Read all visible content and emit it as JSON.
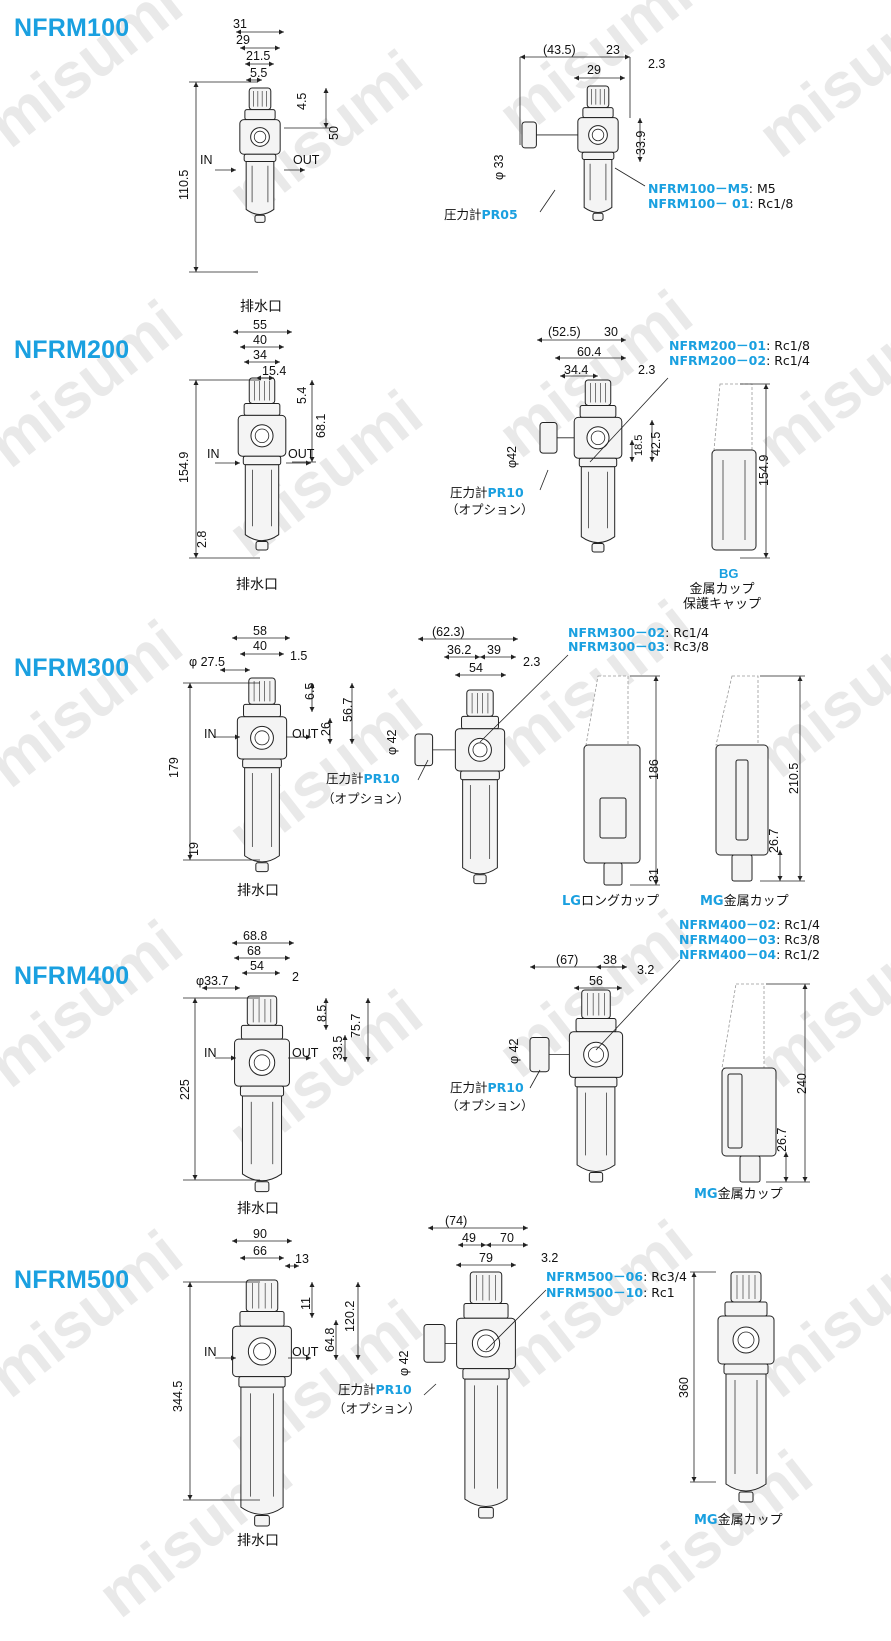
{
  "watermark": "misumi",
  "colors": {
    "accent": "#1aa0e0",
    "line": "#222222",
    "body": "#f4f4f4",
    "watermark": "#e9e9e9"
  },
  "models": [
    {
      "title": "NFRM100",
      "front_dims": [
        "31",
        "29",
        "21.5",
        "5.5",
        "4.5",
        "50",
        "110.5"
      ],
      "side_dims": [
        "(43.5)",
        "23",
        "29",
        "2.3",
        "33.9",
        "φ 33"
      ],
      "port_in": "IN",
      "port_out": "OUT",
      "drain": "排水口",
      "gauge": {
        "prefix": "圧力計",
        "model": "PR05",
        "note": ""
      },
      "variants": [
        {
          "code": "NFRM100－M5",
          "port": ": M5"
        },
        {
          "code": "NFRM100－ 01",
          "port": ": Rc1/8"
        }
      ]
    },
    {
      "title": "NFRM200",
      "front_dims": [
        "55",
        "40",
        "34",
        "15.4",
        "5.4",
        "68.1",
        "154.9",
        "2.8"
      ],
      "side_dims": [
        "(52.5)",
        "30",
        "60.4",
        "34.4",
        "2.3",
        "42.5",
        "18.5",
        "φ42"
      ],
      "port_in": "IN",
      "port_out": "OUT",
      "drain": "排水口",
      "gauge": {
        "prefix": "圧力計",
        "model": "PR10",
        "note": "（オプション）"
      },
      "variants": [
        {
          "code": "NFRM200－01",
          "port": ": Rc1/8"
        },
        {
          "code": "NFRM200－02",
          "port": ": Rc1/4"
        }
      ],
      "options": [
        {
          "code": "BG",
          "name": "金属カップ\n保護キャップ",
          "dim": "154.9"
        }
      ]
    },
    {
      "title": "NFRM300",
      "front_dims": [
        "58",
        "40",
        "φ 27.5",
        "1.5",
        "6.5",
        "26",
        "56.7",
        "179",
        "19"
      ],
      "side_dims": [
        "(62.3)",
        "36.2",
        "39",
        "54",
        "2.3",
        "φ 42"
      ],
      "port_in": "IN",
      "port_out": "OUT",
      "drain": "排水口",
      "gauge": {
        "prefix": "圧力計",
        "model": "PR10",
        "note": "（オプション）"
      },
      "variants": [
        {
          "code": "NFRM300－02",
          "port": ": Rc1/4"
        },
        {
          "code": "NFRM300－03",
          "port": ": Rc3/8"
        }
      ],
      "options": [
        {
          "code": "LG",
          "name": "ロングカップ",
          "dim": "186",
          "dim2": "31"
        },
        {
          "code": "MG",
          "name": "金属カップ",
          "dim": "210.5",
          "dim2": "26.7"
        }
      ]
    },
    {
      "title": "NFRM400",
      "front_dims": [
        "68.8",
        "68",
        "54",
        "φ33.7",
        "2",
        "8.5",
        "33.5",
        "75.7",
        "225"
      ],
      "side_dims": [
        "(67)",
        "38",
        "56",
        "3.2",
        "φ 42"
      ],
      "port_in": "IN",
      "port_out": "OUT",
      "drain": "排水口",
      "gauge": {
        "prefix": "圧力計",
        "model": "PR10",
        "note": "（オプション）"
      },
      "variants": [
        {
          "code": "NFRM400－02",
          "port": ": Rc1/4"
        },
        {
          "code": "NFRM400－03",
          "port": ": Rc3/8"
        },
        {
          "code": "NFRM400－04",
          "port": ": Rc1/2"
        }
      ],
      "options": [
        {
          "code": "MG",
          "name": "金属カップ",
          "dim": "240",
          "dim2": "26.7"
        }
      ]
    },
    {
      "title": "NFRM500",
      "front_dims": [
        "90",
        "66",
        "13",
        "11",
        "64.8",
        "120.2",
        "344.5"
      ],
      "side_dims": [
        "(74)",
        "49",
        "70",
        "79",
        "3.2",
        "φ 42"
      ],
      "port_in": "IN",
      "port_out": "OUT",
      "drain": "排水口",
      "gauge": {
        "prefix": "圧力計",
        "model": "PR10",
        "note": "（オプション）"
      },
      "variants": [
        {
          "code": "NFRM500－06",
          "port": ": Rc3/4"
        },
        {
          "code": "NFRM500－10",
          "port": ": Rc1"
        }
      ],
      "options": [
        {
          "code": "MG",
          "name": "金属カップ",
          "dim": "360"
        }
      ]
    }
  ]
}
